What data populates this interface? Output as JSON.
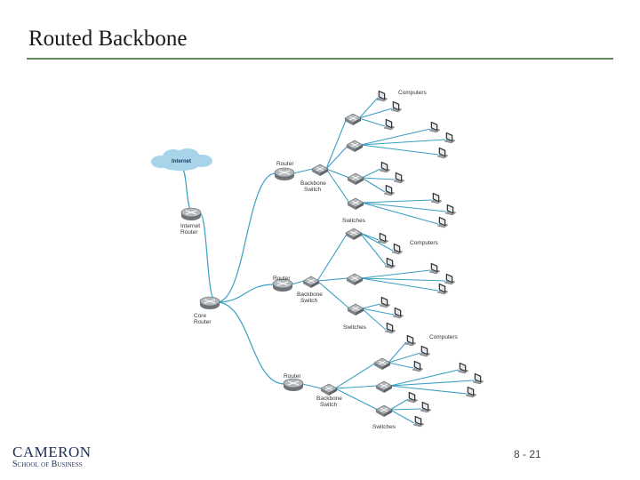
{
  "slide": {
    "title": "Routed Backbone",
    "page_number": "8 - 21"
  },
  "logo": {
    "main": "CAMERON",
    "sub": "School of Business"
  },
  "diagram": {
    "internet_label": "Internet",
    "internet_router_label": [
      "Internet",
      "Router"
    ],
    "core_router_label": [
      "Core",
      "Router"
    ],
    "groups": [
      {
        "router_label": "Router",
        "backbone_label": [
          "Backbone",
          "Switch"
        ],
        "switches_label": "Switches",
        "computers_label": "Computers"
      },
      {
        "router_label": "Router",
        "backbone_label": [
          "Backbone",
          "Switch"
        ],
        "switches_label": "Switches",
        "computers_label": "Computers"
      },
      {
        "router_label": "Router",
        "backbone_label": [
          "Backbone",
          "Switch"
        ],
        "switches_label": "Switches",
        "computers_label": "Computers"
      }
    ]
  }
}
